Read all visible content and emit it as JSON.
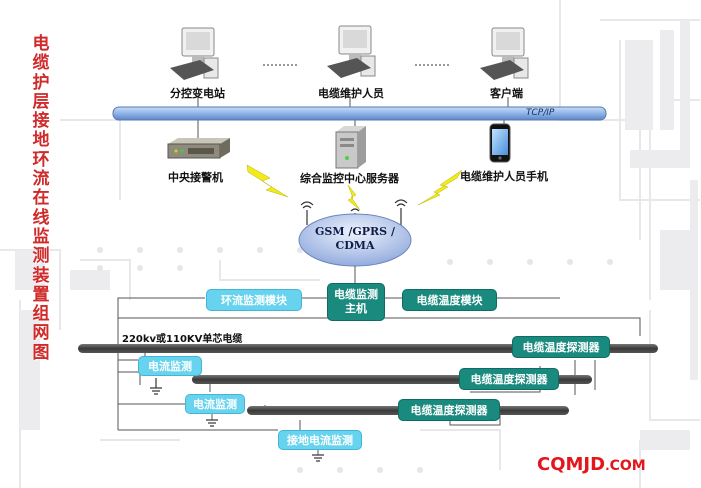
{
  "title": "电缆护层接地环流在线监测装置组网图",
  "top_nodes": {
    "sub_station": "分控变电站",
    "maintainer": "电缆维护人员",
    "client": "客户端"
  },
  "bus_label": "TCP/IP",
  "servers": {
    "central_alarm": "中央接警机",
    "center_server": "综合监控中心服务器",
    "mobile": "电缆维护人员手机"
  },
  "network_lines": [
    "GSM /GPRS /",
    "CDMA"
  ],
  "modules": {
    "loop_module": "环流监测模块",
    "host_line1": "电缆监测",
    "host_line2": "主机",
    "temp_module": "电缆温度模块"
  },
  "cable_label": "220kv或110KV单芯电缆",
  "sensors": {
    "current1": "电流监测",
    "current2": "电流监测",
    "ground_current": "接地电流监测",
    "temp1": "电缆温度探测器",
    "temp2": "电缆温度探测器",
    "temp3": "电缆温度探测器"
  },
  "logo": {
    "main": "CQMJD",
    "dot": ".",
    "suffix": "COM"
  },
  "colors": {
    "title_red": "#d02a2a",
    "bus_blue": "#8fb3e6",
    "cloud_blue": "#8ca6dc",
    "module_cyan": "#67d3ee",
    "module_teal": "#1a8a7e",
    "cable_dark": "#4a4a4a",
    "lightning_yellow": "#f2ea1a",
    "logo_red": "#e5161b"
  }
}
